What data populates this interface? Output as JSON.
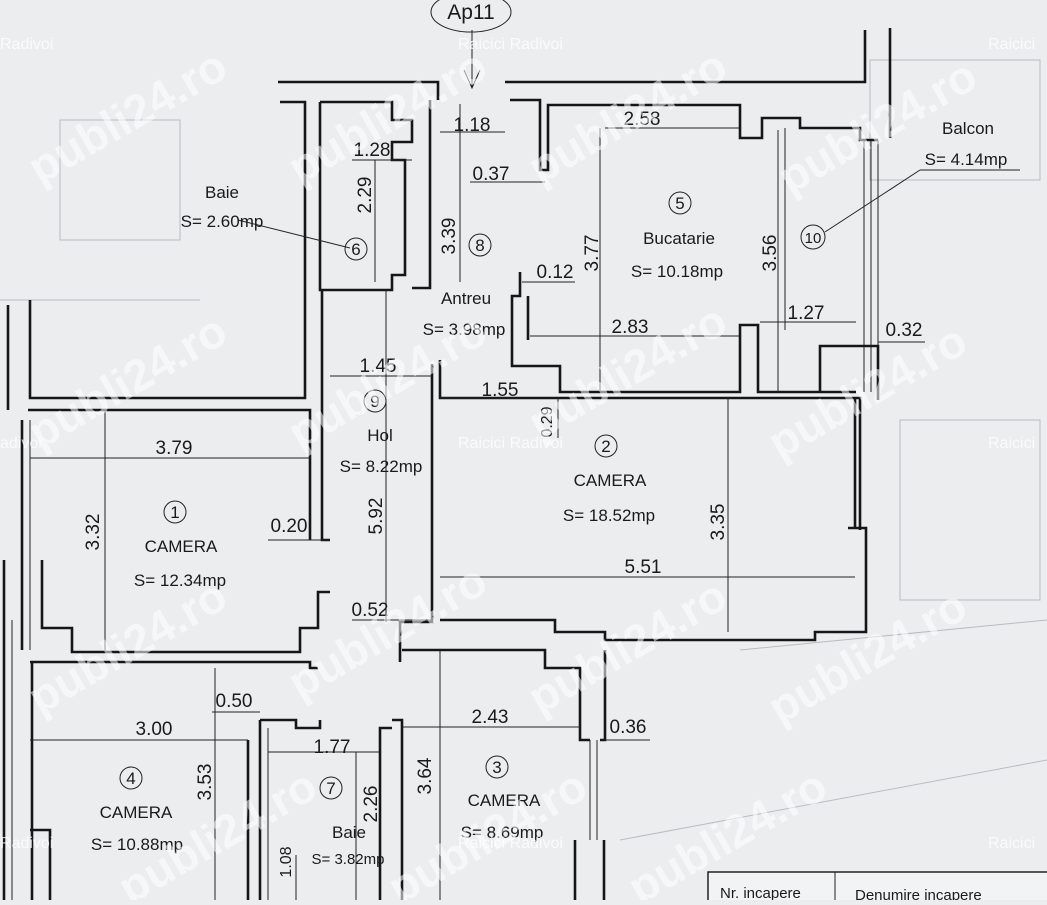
{
  "header": {
    "apartment": "Ap11"
  },
  "watermarks": {
    "site": "publi24.ro",
    "owner": "Raicici Radivoi",
    "owner_left": "Radivoi",
    "owner_right": "Raicici",
    "owner_left_mid": "adivoi"
  },
  "rooms": [
    {
      "number": "1",
      "name": "CAMERA",
      "area": "S= 12.34mp"
    },
    {
      "number": "2",
      "name": "CAMERA",
      "area": "S= 18.52mp"
    },
    {
      "number": "3",
      "name": "CAMERA",
      "area": "S= 8.69mp"
    },
    {
      "number": "4",
      "name": "CAMERA",
      "area": "S= 10.88mp"
    },
    {
      "number": "5",
      "name": "Bucatarie",
      "area": "S= 10.18mp"
    },
    {
      "number": "6",
      "name": "Baie",
      "area": "S= 2.60mp"
    },
    {
      "number": "7",
      "name": "Baie",
      "area": "S= 3.82mp"
    },
    {
      "number": "8",
      "name": "Antreu",
      "area": "S= 3.98mp"
    },
    {
      "number": "9",
      "name": "Hol",
      "area": "S= 8.22mp"
    },
    {
      "number": "10",
      "name": "Balcon",
      "area": "S= 4.14mp"
    }
  ],
  "dimensions": {
    "d118": "1.18",
    "d258": "2.58",
    "d128": "1.28",
    "d229": "2.29",
    "d037": "0.37",
    "d339": "3.39",
    "d377": "3.77",
    "d356": "3.56",
    "d012": "0.12",
    "d283": "2.83",
    "d127": "1.27",
    "d032": "0.32",
    "d145": "1.45",
    "d155": "1.55",
    "d029": "0.29",
    "d379": "3.79",
    "d332": "3.32",
    "d020": "0.20",
    "d592": "5.92",
    "d335": "3.35",
    "d551": "5.51",
    "d052": "0.52",
    "d050": "0.50",
    "d300": "3.00",
    "d243": "2.43",
    "d036": "0.36",
    "d177": "1.77",
    "d353": "3.53",
    "d364": "3.64",
    "d226": "2.26",
    "d108": "1.08"
  },
  "legend": {
    "col1": "Nr. incapere",
    "col2": "Denumire incapere"
  }
}
